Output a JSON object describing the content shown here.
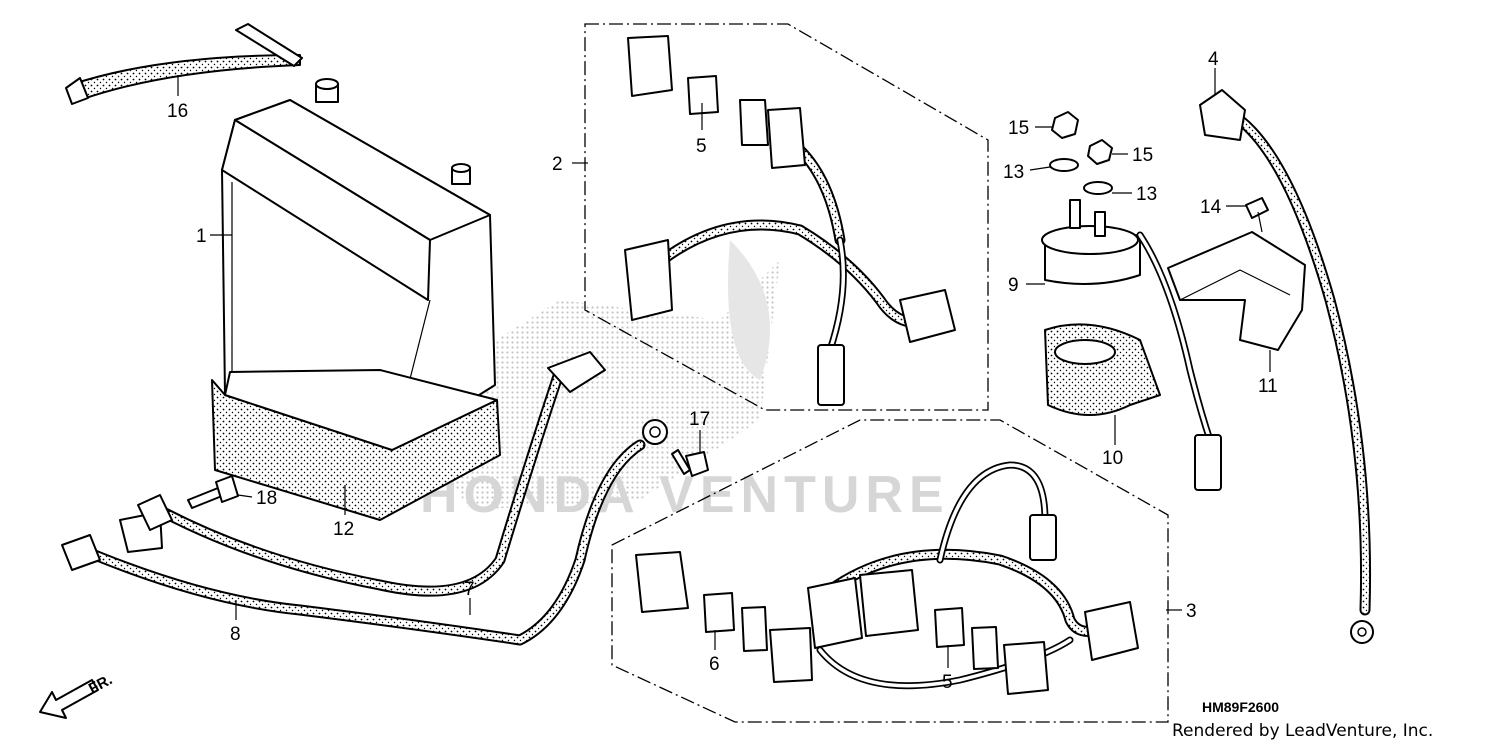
{
  "diagram": {
    "drawing_code": "HM89F2600",
    "credit": "Rendered by LeadVenture, Inc.",
    "watermark": "HONDA VENTURE",
    "direction_label": "FR.",
    "callouts": [
      {
        "id": "c1",
        "label": "1"
      },
      {
        "id": "c2",
        "label": "2"
      },
      {
        "id": "c3",
        "label": "3"
      },
      {
        "id": "c4",
        "label": "4"
      },
      {
        "id": "c5a",
        "label": "5"
      },
      {
        "id": "c5b",
        "label": "5"
      },
      {
        "id": "c6",
        "label": "6"
      },
      {
        "id": "c7",
        "label": "7"
      },
      {
        "id": "c8",
        "label": "8"
      },
      {
        "id": "c9",
        "label": "9"
      },
      {
        "id": "c10",
        "label": "10"
      },
      {
        "id": "c11",
        "label": "11"
      },
      {
        "id": "c12",
        "label": "12"
      },
      {
        "id": "c13a",
        "label": "13"
      },
      {
        "id": "c13b",
        "label": "13"
      },
      {
        "id": "c14",
        "label": "14"
      },
      {
        "id": "c15a",
        "label": "15"
      },
      {
        "id": "c15b",
        "label": "15"
      },
      {
        "id": "c16",
        "label": "16"
      },
      {
        "id": "c17",
        "label": "17"
      },
      {
        "id": "c18",
        "label": "18"
      }
    ]
  }
}
